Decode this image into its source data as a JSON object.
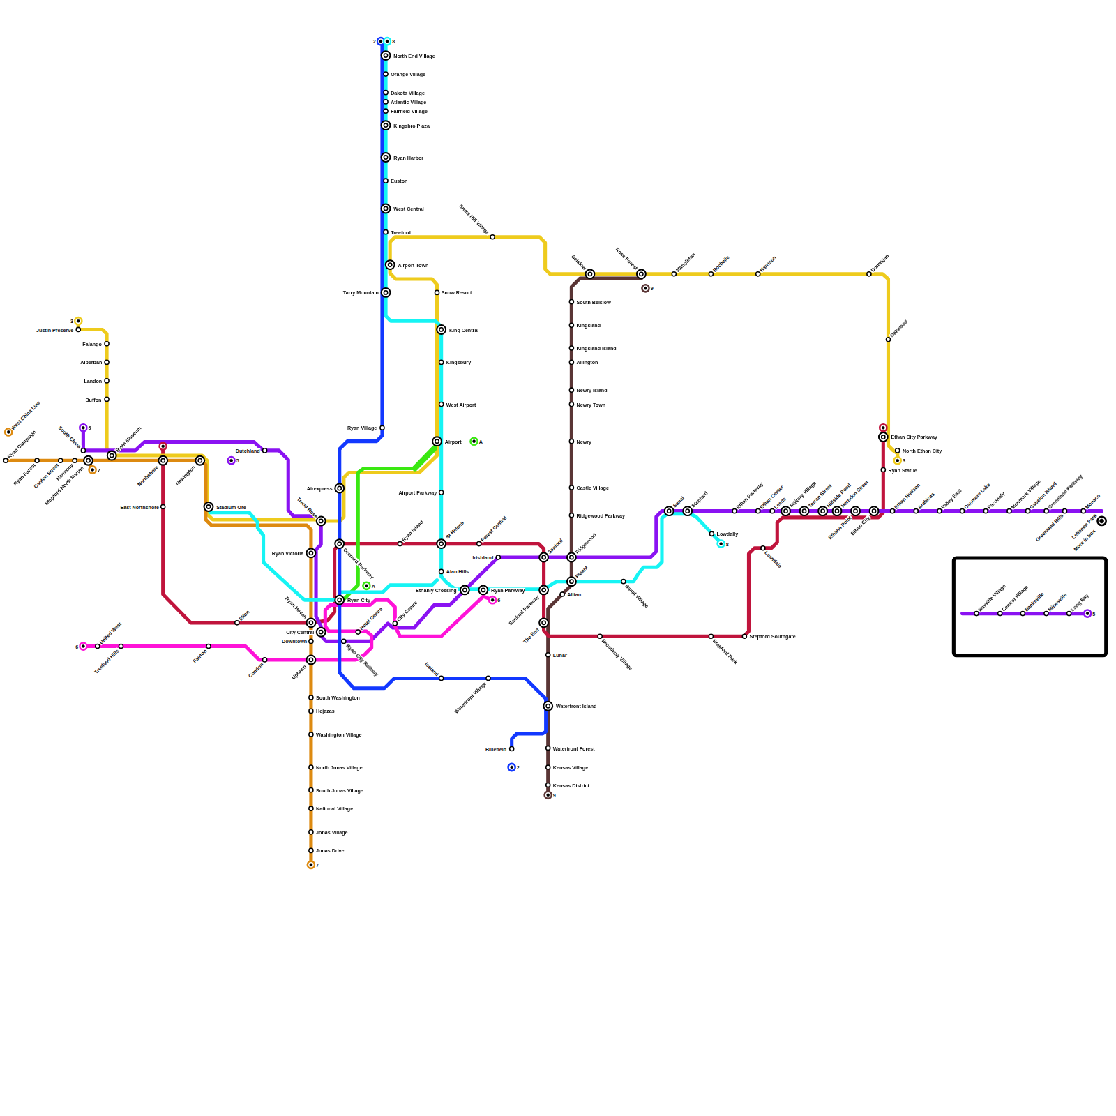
{
  "diagram": {
    "labels": [
      "North End Village",
      "Orange Village",
      "Dakota Village",
      "Atlantic Village",
      "Fairfield Village",
      "Kingsbro Plaza",
      "Ryan Harbor",
      "Euston",
      "West Central",
      "Treeford",
      "Airport Town",
      "Tarry Mountain",
      "Ryan Village",
      "Snow Resort",
      "King Central",
      "Kingsbury",
      "West Airport",
      "Airport",
      "Airport Parkway",
      "St Helens",
      "Alan Hills",
      "Ethanly Crossing",
      "Ryan Parkway",
      "Forest Central",
      "Ryan Island",
      "Northshore",
      "East Northshore",
      "Elton",
      "Ryan Haven",
      "City Central",
      "Downtown",
      "Uptown",
      "Ryan Victoria",
      "Ryan City",
      "Airexpress",
      "Hotel Centre",
      "City Centre",
      "Iceland",
      "Waterfront Village",
      "Bluefield",
      "Lunar",
      "Waterfront Island",
      "Waterfront Forest",
      "Kensas Village",
      "Kensas District",
      "The End",
      "Alltan",
      "Fluent",
      "Sanford Parkway",
      "Sanford",
      "Irishland",
      "Ridgewood",
      "Ridgewood Parkway",
      "Castle Village",
      "Newry",
      "Newry Town",
      "Newry Island",
      "Allington",
      "Kingsland Island",
      "Kingsland",
      "South Belslow",
      "Belslow",
      "Rose Forest",
      "Mangleton",
      "Rochelle",
      "Harrison",
      "Donnigan",
      "Oakwood",
      "Snow Hill Village",
      "North Ethan City",
      "Ethan City Parkway",
      "Ryan Statue",
      "Sanal",
      "Stepford",
      "Lowdally",
      "Ethan Parkway",
      "Ethan Center",
      "Leeds",
      "Military Village",
      "Terran Street",
      "Hillside Road",
      "Herndon Street",
      "Ethans Point",
      "Ethan City",
      "Ethan Hudson",
      "Arabicas",
      "Valley East",
      "Canmore Lake",
      "Faconoly",
      "Menmark Village",
      "Gabelon Island",
      "Greenland Parkway",
      "Greenland Hills",
      "Monaco",
      "Lebanon Park",
      "More in box",
      "Leandale",
      "Stepford Park",
      "Stepford Southgate",
      "Broadway Village",
      "Sanal Village",
      "South Washington",
      "Hejazas",
      "Washington Village",
      "North Jonas Village",
      "South Jonas Village",
      "National Village",
      "Jonas Village",
      "Jonas Drive",
      "United West",
      "Treeland Hills",
      "Fairton",
      "Condon",
      "Ryan Campaign",
      "Ryan Forest",
      "Canton Street",
      "Harmony",
      "Stepford North Marine",
      "South China",
      "Ryan Museum",
      "Dutchland",
      "Newington",
      "Stadium Ore",
      "Justin Preserve",
      "Falango",
      "Alberban",
      "Landon",
      "Buffon",
      "West China Line",
      "Bayville Village",
      "Central Village",
      "Banksville",
      "Minesville",
      "Long Bay",
      "2",
      "8",
      "3",
      "5",
      "7",
      "5",
      "6",
      "A",
      "A",
      "6",
      "8",
      "2",
      "9",
      "7",
      "3",
      "9",
      "5",
      "Trend Rose",
      "Orchard Parkway",
      "Ryan City Railway"
    ]
  }
}
